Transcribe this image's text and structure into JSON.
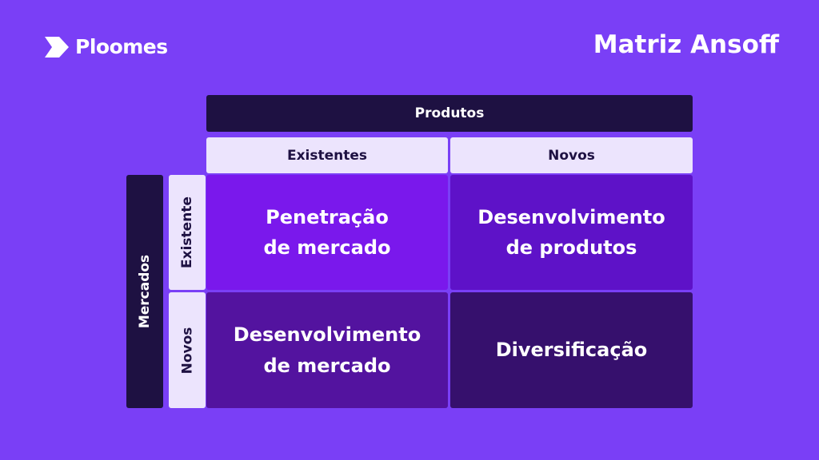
{
  "brand": {
    "name": "Ploomes",
    "icon": "ploomes-arrow-logo-icon"
  },
  "title": "Matriz Ansoff",
  "columns": {
    "header": "Produtos",
    "existing": "Existentes",
    "new": "Novos"
  },
  "rows": {
    "header": "Mercados",
    "existing": "Existente",
    "new": "Novos"
  },
  "cells": {
    "market_penetration": {
      "line1": "Penetração",
      "line2": "de mercado"
    },
    "product_development": {
      "line1": "Desenvolvimento",
      "line2": "de produtos"
    },
    "market_development": {
      "line1": "Desenvolvimento",
      "line2": "de mercado"
    },
    "diversification": {
      "line1": "Diversificação"
    }
  },
  "colors": {
    "background": "#7a3ff6",
    "dark_header": "#1e1142",
    "light_header": "#ece4fd",
    "cell_penetration": "#7a18ec",
    "cell_product_dev": "#5e12c8",
    "cell_market_dev": "#53139f",
    "cell_diversification": "#36106d"
  }
}
